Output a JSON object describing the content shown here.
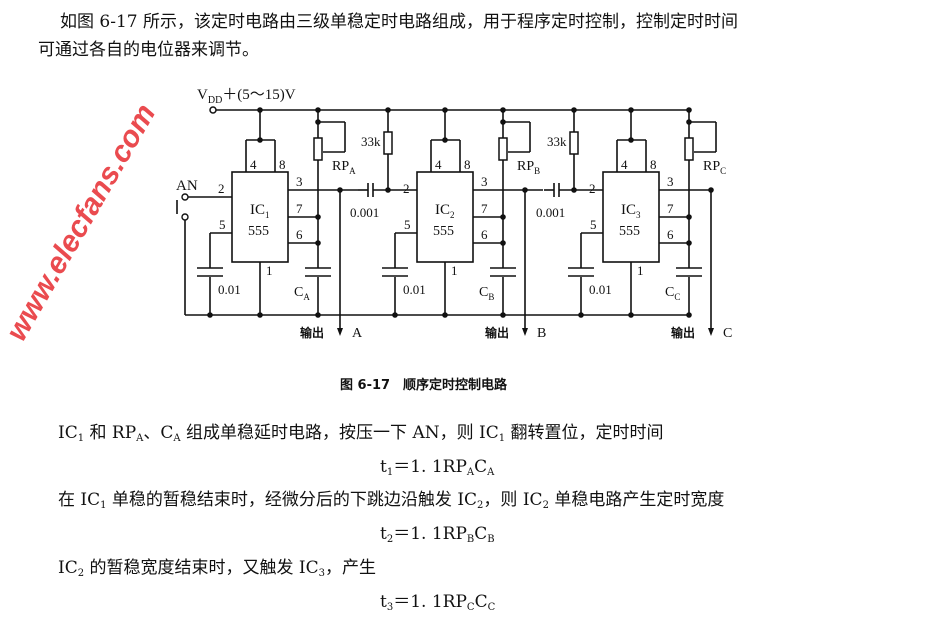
{
  "watermark": "www.elecfans.com",
  "intro": {
    "line1": [
      {
        "t": "如图 6-17 所示，该定时电路由三级单稳定时电路组成，用于程序定时控制，控制定时时间"
      }
    ],
    "line2": [
      {
        "t": "可通过各自的电位器来调节。"
      }
    ]
  },
  "circuit": {
    "vdd": {
      "main": "V",
      "sub": "DD",
      "rest": "＋(5～15)V"
    },
    "switch_label": "AN",
    "stages": [
      {
        "ic": "IC",
        "ic_sub": "1",
        "chip": "555",
        "rp": "RP",
        "rp_sub": "A",
        "cap": "C",
        "cap_sub": "A",
        "pin5_cap": "0.01",
        "output": "输出",
        "output_name": "A"
      },
      {
        "ic": "IC",
        "ic_sub": "2",
        "chip": "555",
        "rp": "RP",
        "rp_sub": "B",
        "cap": "C",
        "cap_sub": "B",
        "pin5_cap": "0.01",
        "output": "输出",
        "output_name": "B",
        "coupling_cap": "0.001",
        "pullup": "33k"
      },
      {
        "ic": "IC",
        "ic_sub": "3",
        "chip": "555",
        "rp": "RP",
        "rp_sub": "C",
        "cap": "C",
        "cap_sub": "C",
        "pin5_cap": "0.01",
        "output": "输出",
        "output_name": "C",
        "coupling_cap": "0.001",
        "pullup": "33k"
      }
    ],
    "pins": {
      "p1": "1",
      "p2": "2",
      "p3": "3",
      "p4": "4",
      "p5": "5",
      "p6": "6",
      "p7": "7",
      "p8": "8"
    }
  },
  "caption": "图 6-17　顺序定时控制电路",
  "body": {
    "p1": [
      {
        "t": "IC"
      },
      {
        "s": "1"
      },
      {
        "t": " 和 RP"
      },
      {
        "s": "A"
      },
      {
        "t": "、C"
      },
      {
        "s": "A"
      },
      {
        "t": " 组成单稳延时电路，按压一下 AN，则 IC"
      },
      {
        "s": "1"
      },
      {
        "t": " 翻转置位，定时时间"
      }
    ],
    "eq1": [
      {
        "t": "t"
      },
      {
        "s": "1"
      },
      {
        "t": "＝1. 1RP"
      },
      {
        "s": "A"
      },
      {
        "t": "C"
      },
      {
        "s": "A"
      }
    ],
    "p2": [
      {
        "t": "在 IC"
      },
      {
        "s": "1"
      },
      {
        "t": " 单稳的暂稳结束时，经微分后的下跳边沿触发 IC"
      },
      {
        "s": "2"
      },
      {
        "t": "，则 IC"
      },
      {
        "s": "2"
      },
      {
        "t": " 单稳电路产生定时宽度"
      }
    ],
    "eq2": [
      {
        "t": "t"
      },
      {
        "s": "2"
      },
      {
        "t": "＝1. 1RP"
      },
      {
        "s": "B"
      },
      {
        "t": "C"
      },
      {
        "s": "B"
      }
    ],
    "p3": [
      {
        "t": "IC"
      },
      {
        "s": "2"
      },
      {
        "t": " 的暂稳宽度结束时，又触发 IC"
      },
      {
        "s": "3"
      },
      {
        "t": "，产生"
      }
    ],
    "eq3": [
      {
        "t": "t"
      },
      {
        "s": "3"
      },
      {
        "t": "＝1. 1RP"
      },
      {
        "s": "C"
      },
      {
        "t": "C"
      },
      {
        "s": "C"
      }
    ]
  }
}
